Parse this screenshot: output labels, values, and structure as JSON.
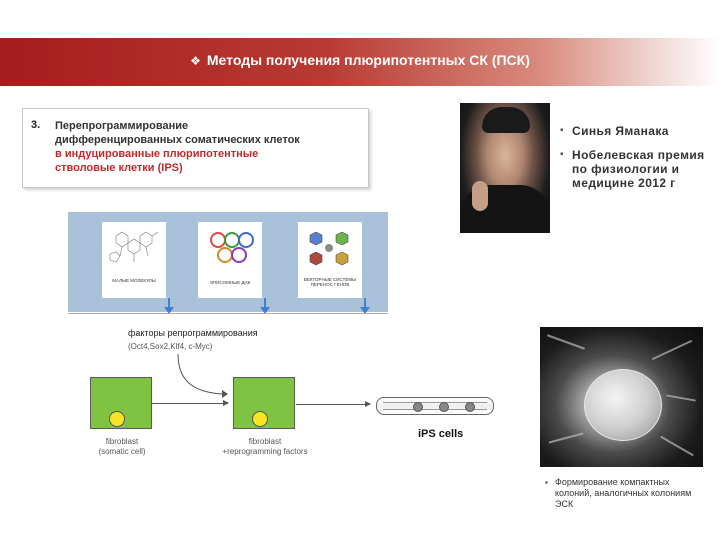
{
  "slide": {
    "title": "Методы получения плюрипотентных СК (ПСК)",
    "title_bullet": "❖"
  },
  "method": {
    "number": "3.",
    "line1": "Перепрограммирование",
    "line2": "дифференцированных соматических клеток",
    "line3": "в индуцированные плюрипотентные",
    "line4": "стволовые клетки (IPS)"
  },
  "bullets": [
    "Синья Яманака",
    "Нобелевская премия по физиологии и медицине 2012 г"
  ],
  "diagram": {
    "panels": [
      {
        "label": "малые молекулы"
      },
      {
        "label": "эписомные ДНК"
      },
      {
        "label": "векторные системы перенос генов"
      }
    ],
    "factors_label": "факторы репрограммирования",
    "factors_names": "(Oct4,Sox2,Klf4, c-Myc)",
    "cell1_label_line1": "fibroblast",
    "cell1_label_line2": "(somatic cell)",
    "cell2_label_line1": "fibroblast",
    "cell2_label_line2": "+reprogramming factors",
    "ips_label": "iPS cells"
  },
  "note": "Формирование компактных колоний, аналогичных колониям ЭСК",
  "colors": {
    "banner": "#a51d1d",
    "accent_red": "#c0292b",
    "cell_green": "#7ec341",
    "nucleus_yellow": "#f7e523",
    "frame_blue": "#a9c2d9",
    "arrow_blue": "#3f7fd0"
  }
}
